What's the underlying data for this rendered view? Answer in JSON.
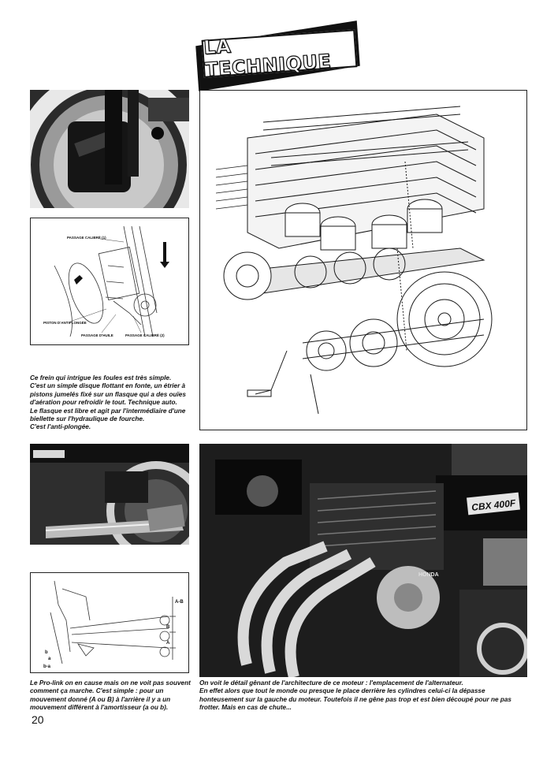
{
  "header": {
    "title": "LA TECHNIQUE"
  },
  "figures": {
    "fork_diagram": {
      "labels": {
        "passage_1": "PASSAGE CALIBRÉ (1)",
        "piston": "PISTON D'ANTIPLONGÉE",
        "passage_huile": "PASSAGE D'HUILE",
        "passage_2": "PASSAGE CALIBRÉ (2)"
      }
    },
    "prolink_diagram": {
      "labels": {
        "ab": "A-B",
        "b": "B",
        "a": "A",
        "ba": "b-a",
        "small_b": "b",
        "small_a": "a"
      }
    },
    "bike_photo": {
      "badge": "CBX 400F",
      "brand": "HONDA"
    }
  },
  "captions": {
    "brake": "Ce frein qui intrigue les foules est très simple.\nC'est un simple disque flottant en fonte, un étrier à\npistons jumelés fixé sur un flasque qui a des ouïes\nd'aération pour refroidir le tout. Technique auto.\nLe flasque est libre et agit par l'intermédiaire d'une\nbiellette sur l'hydraulique de fourche.\nC'est l'anti-plongée.",
    "prolink": "Le Pro-link on en cause mais on ne voit pas souvent\ncomment ça marche. C'est simple : pour un\nmouvement donné (A ou B) à l'arrière il y a un\nmouvement différent à l'amortisseur (a ou b).",
    "engine": "On voit le détail gênant de l'architecture de ce moteur : l'emplacement de l'alternateur.\nEn effet alors que tout le monde ou presque le place derrière les cylindres celui-ci la dépasse\nhonteusement sur la gauche du moteur. Toutefois il ne gêne pas trop et est bien découpé pour ne pas\nfrotter. Mais en cas de chute..."
  },
  "footer": {
    "page_number": "20"
  }
}
